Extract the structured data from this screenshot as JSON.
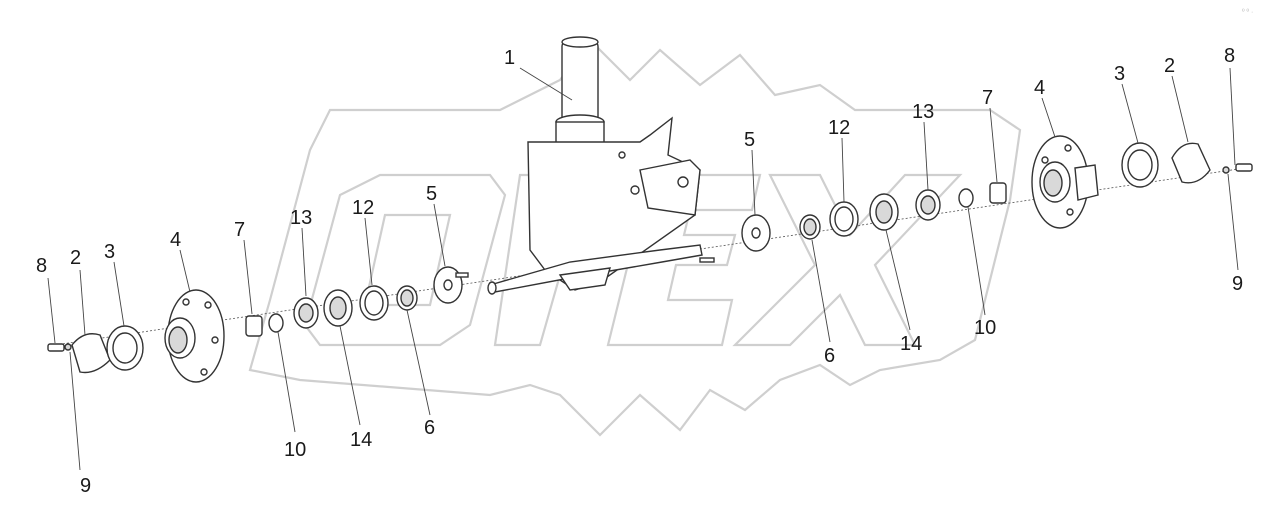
{
  "callouts": {
    "l1": "1",
    "l2_left": "2",
    "l3_left": "3",
    "l4_left": "4",
    "l5_left": "5",
    "l6_left": "6",
    "l7_left": "7",
    "l8_left": "8",
    "l9_left": "9",
    "l10_left": "10",
    "l12_left": "12",
    "l13_left": "13",
    "l14_left": "14",
    "l2_right": "2",
    "l3_right": "3",
    "l4_right": "4",
    "l5_right": "5",
    "l6_right": "6",
    "l7_right": "7",
    "l8_right": "8",
    "l9_right": "9",
    "l10_right": "10",
    "l12_right": "12",
    "l13_right": "13",
    "l14_right": "14"
  },
  "colors": {
    "line": "#333333",
    "watermark": "#cfcfcf",
    "text": "#1a1a1a"
  }
}
